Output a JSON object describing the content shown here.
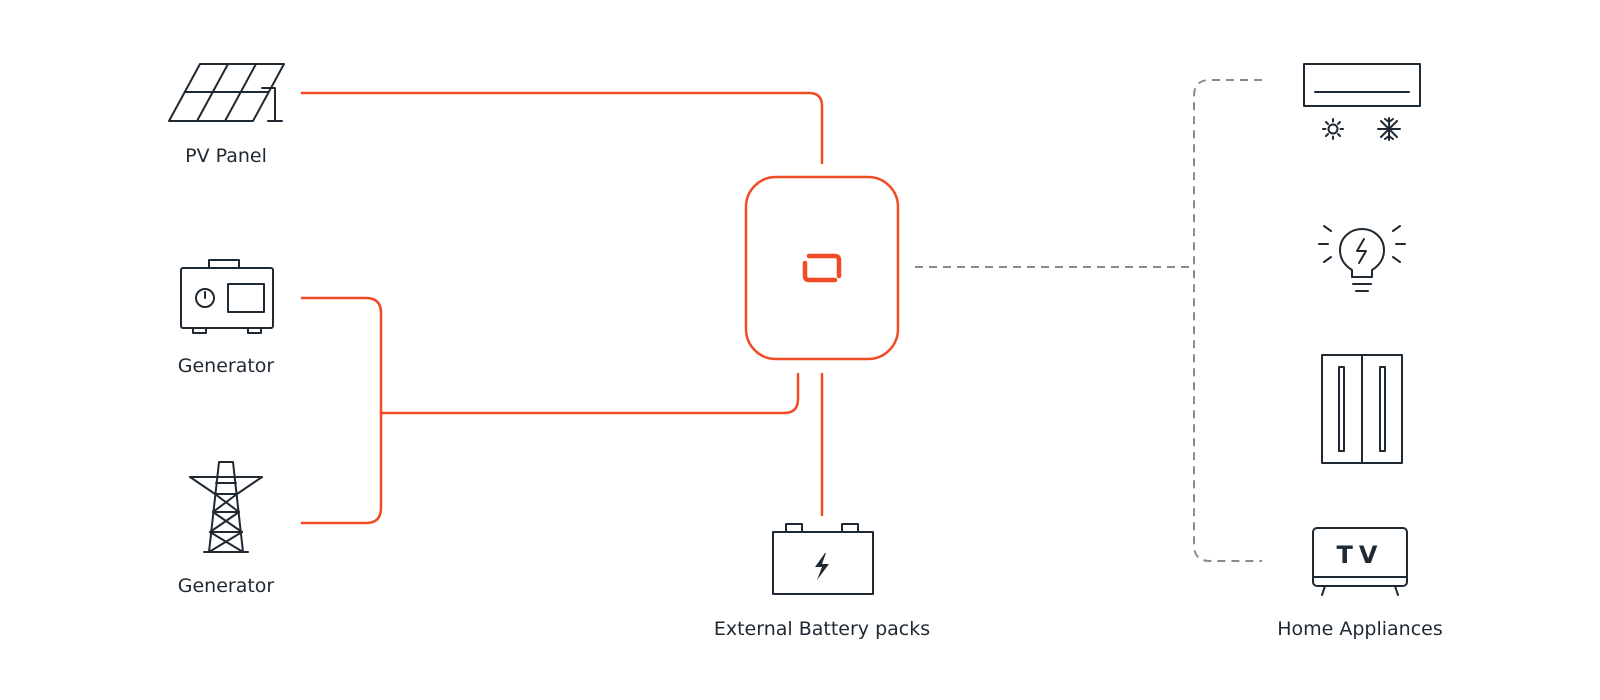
{
  "colors": {
    "accent": "#f04b23",
    "icon_stroke": "#1f2933",
    "dashed": "#8a8a8a",
    "background": "#ffffff"
  },
  "sources": {
    "pv_panel_label": "PV Panel",
    "generator_label": "Generator",
    "grid_label": "Generator"
  },
  "center": {
    "logo_icon": "inverter-logo-icon",
    "battery_label": "External Battery packs"
  },
  "loads": {
    "label": "Home Appliances",
    "tv_text": "TV",
    "icons": [
      "air-conditioner-icon",
      "light-bulb-icon",
      "refrigerator-icon",
      "tv-icon"
    ]
  }
}
